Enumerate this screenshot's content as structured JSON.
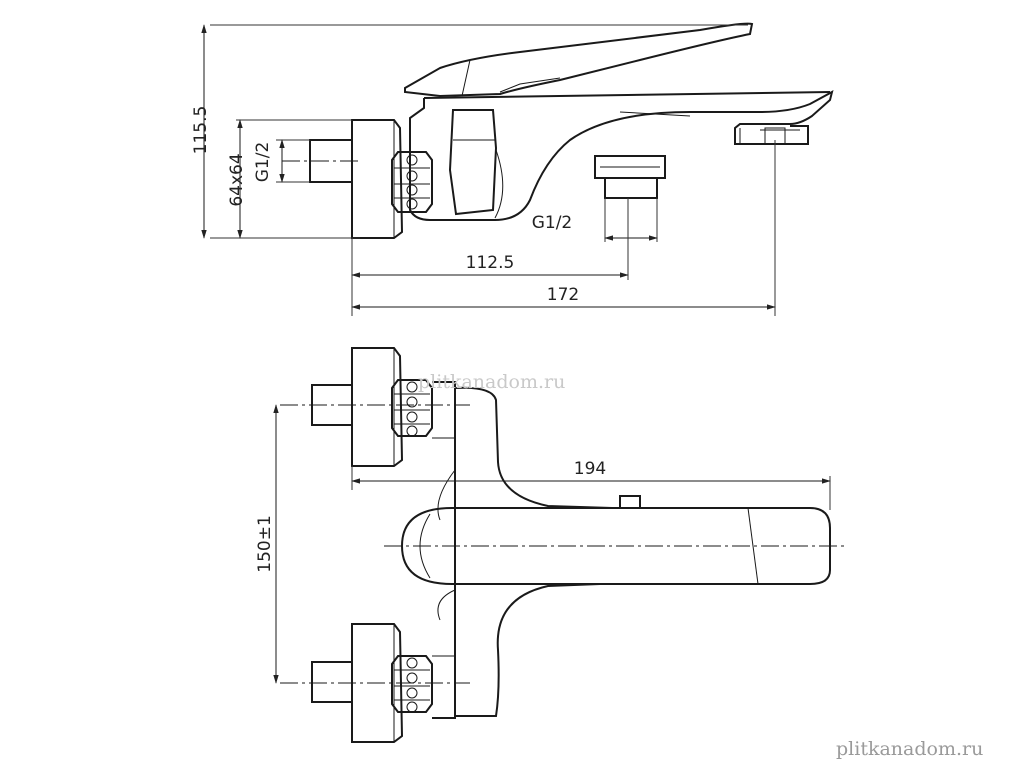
{
  "dimensions": {
    "height_total": "115.5",
    "flange": "64x64",
    "inlet_thread": "G1/2",
    "outlet_thread": "G1/2",
    "outlet_distance": "112.5",
    "overall_length": "172",
    "spout_length": "194",
    "inlet_spacing": "150±1"
  },
  "watermarks": {
    "center": "plitkanadom.ru",
    "corner": "plitkanadom.ru"
  },
  "colors": {
    "line": "#1a1a1a",
    "watermark_center": "#c9c9c9",
    "watermark_corner": "#9a9a9a"
  }
}
